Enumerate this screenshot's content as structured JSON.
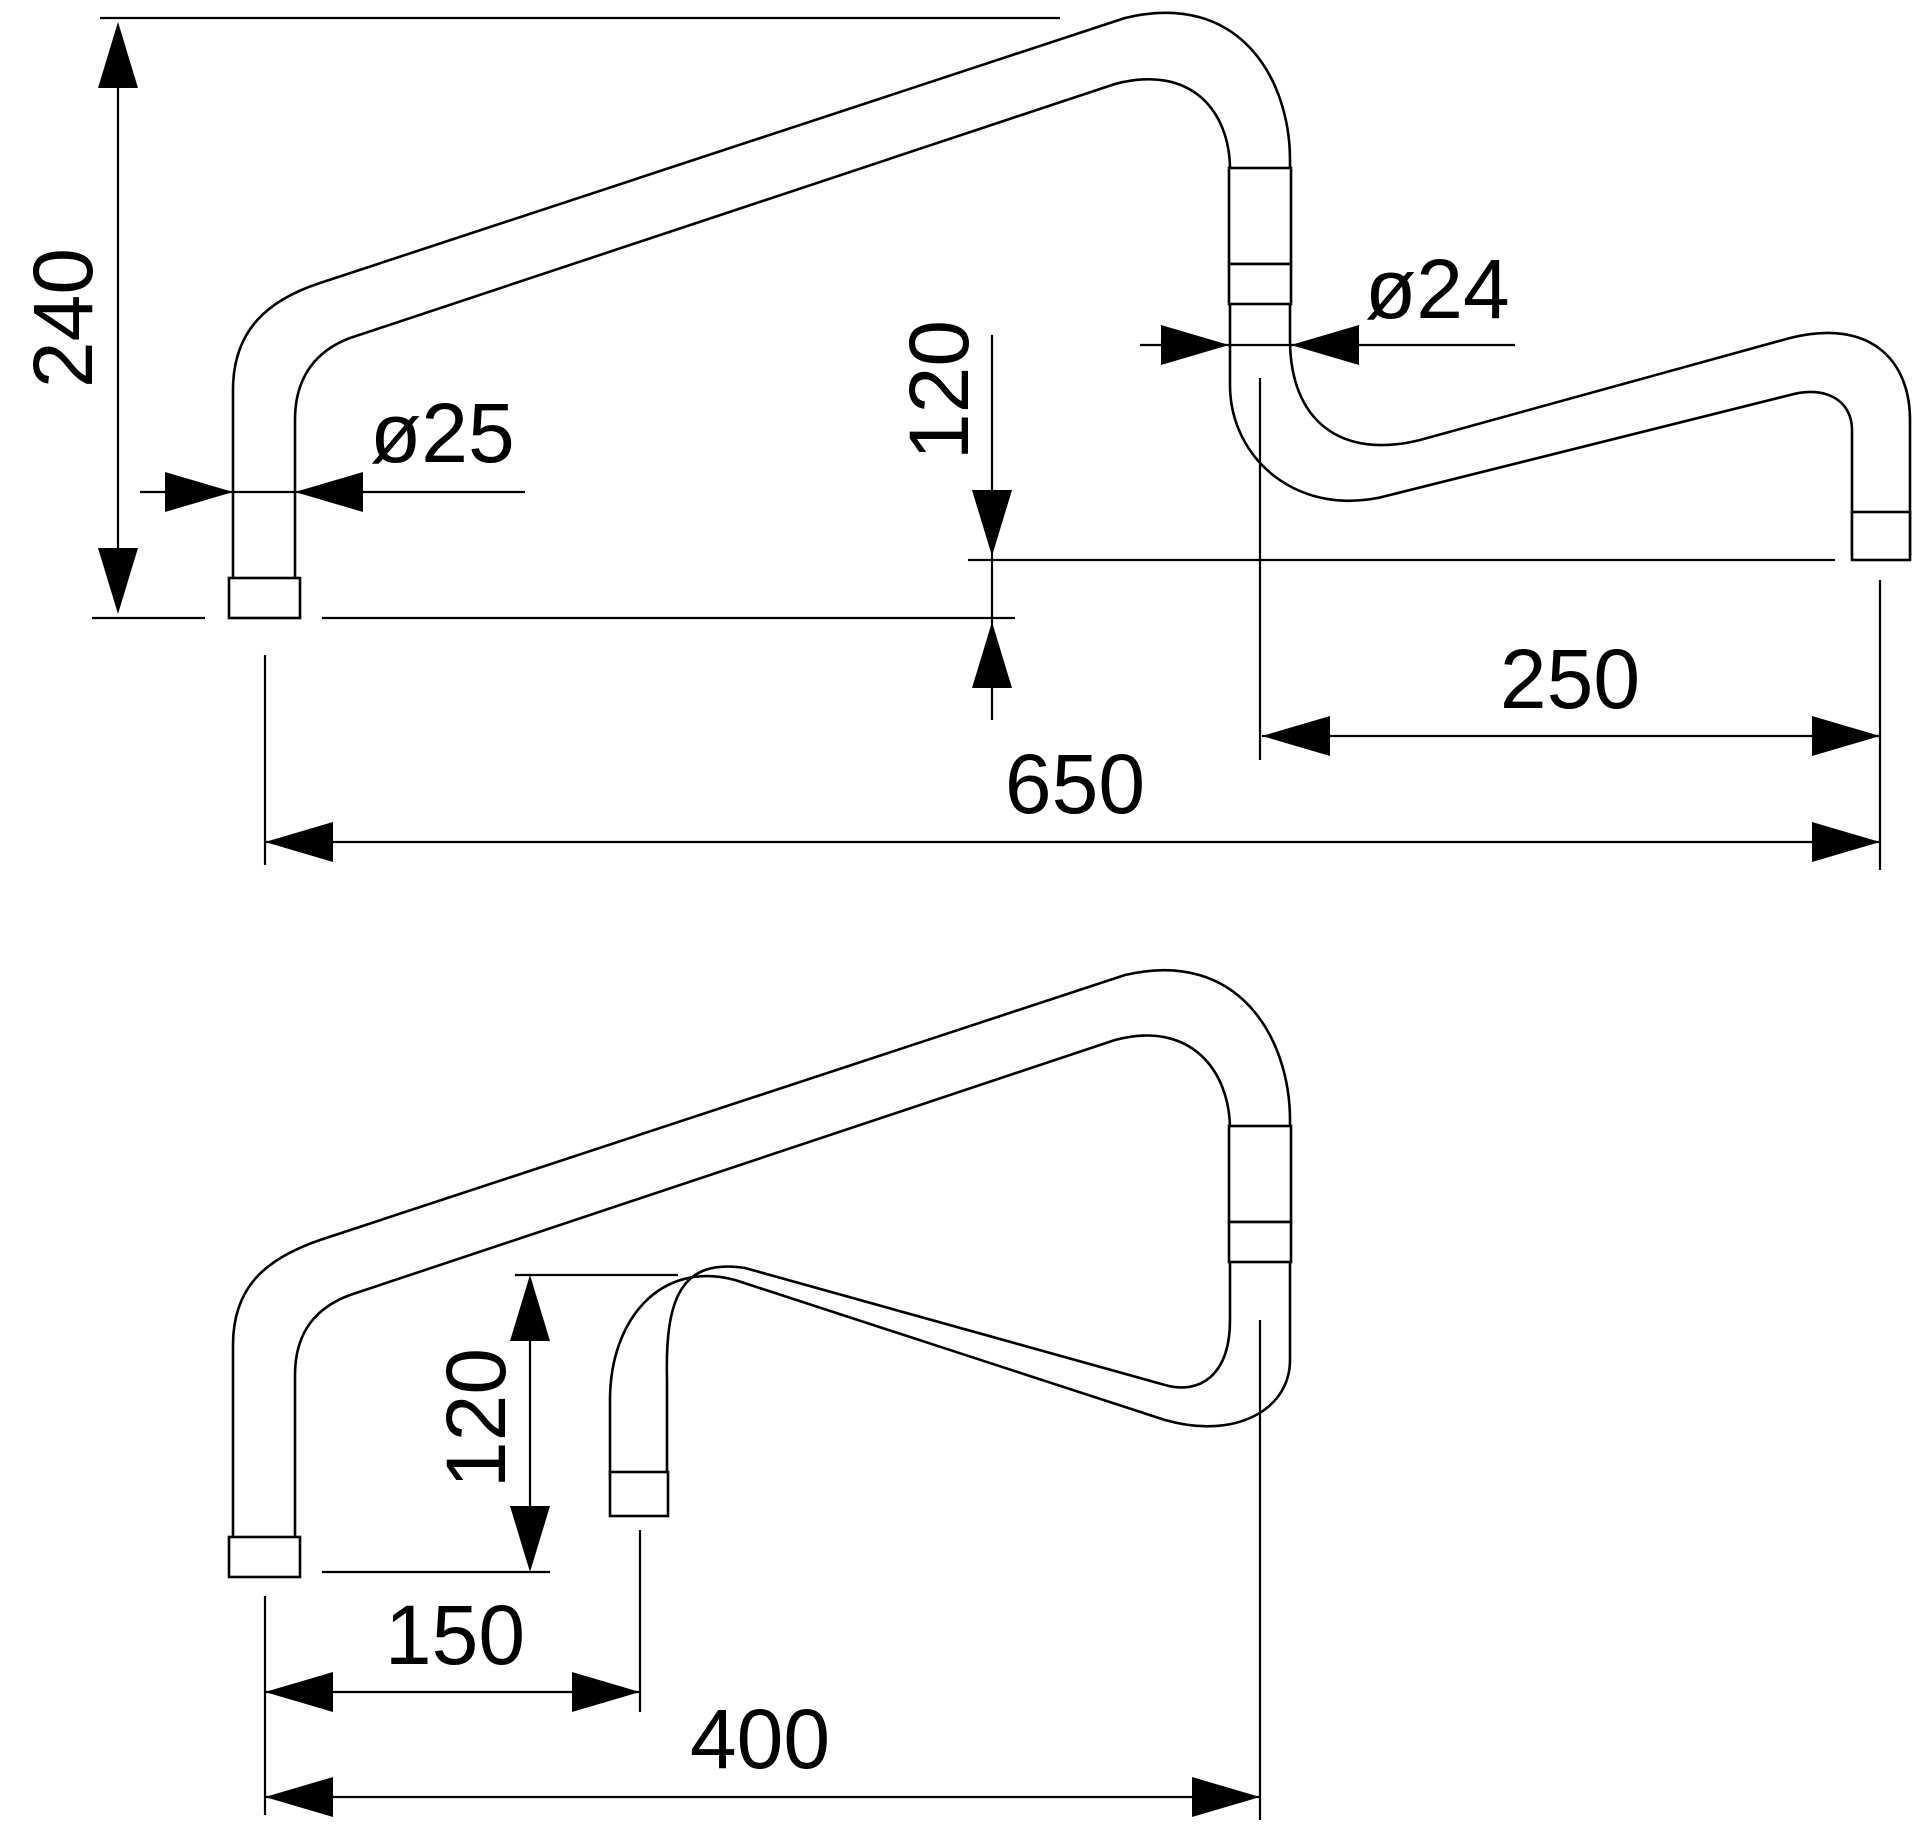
{
  "drawing": {
    "upper_spout": {
      "overall_height": "240",
      "outlet_diameter": "ø25",
      "joint_diameter": "ø24",
      "height_offset": "120",
      "swivel_reach": "250",
      "overall_length": "650"
    },
    "lower_spout": {
      "height_offset": "120",
      "inner_reach": "150",
      "overall_length": "400"
    },
    "colors": {
      "line": "#000000",
      "background": "#ffffff"
    }
  }
}
